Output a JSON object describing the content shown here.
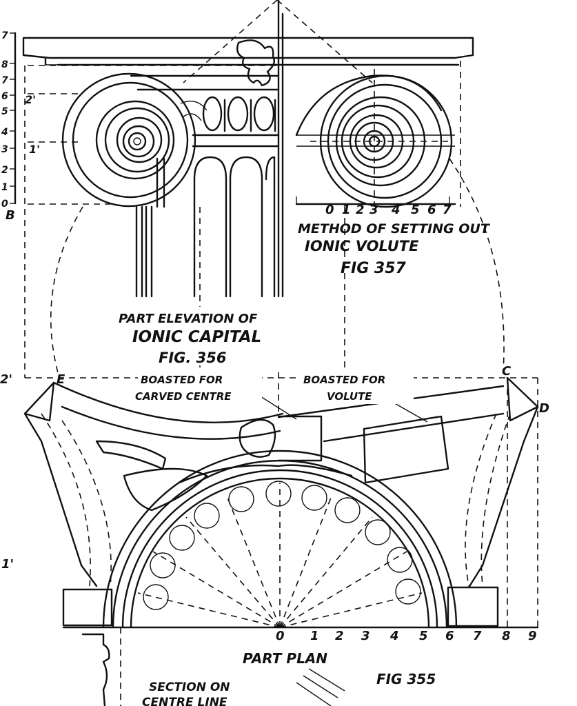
{
  "fig357": {
    "scale_numbers": [
      "0",
      "1",
      "2",
      "3",
      "4",
      "5",
      "6",
      "7"
    ],
    "caption_line1": "METHOD OF SETTING OUT",
    "caption_line2": "IONIC VOLUTE",
    "fig_label": "FIG 357"
  },
  "fig356": {
    "caption_line1": "PART ELEVATION OF",
    "caption_line2": "IONIC CAPITAL",
    "fig_label": "FIG. 356"
  },
  "left_margin": {
    "numbers": [
      "7",
      "8",
      "7",
      "6",
      "5",
      "4",
      "3",
      "2",
      "1",
      "0"
    ],
    "dim_label": "2'",
    "dim_label2": "1'",
    "point_b": "B",
    "side_2": "2'",
    "side_1": "1'"
  },
  "plan": {
    "point_e": "E",
    "point_c": "C",
    "point_d": "D",
    "note_carved_line1": "BOASTED FOR",
    "note_carved_line2": "CARVED CENTRE",
    "note_volute_line1": "BOASTED FOR",
    "note_volute_line2": "VOLUTE",
    "scale_numbers": [
      "0",
      "1",
      "2",
      "3",
      "4",
      "5",
      "6",
      "7",
      "8",
      "9"
    ],
    "caption": "PART PLAN",
    "fig_label": "FIG 355"
  },
  "section": {
    "caption_line1": "SECTION ON",
    "caption_line2": "CENTRE LINE"
  }
}
